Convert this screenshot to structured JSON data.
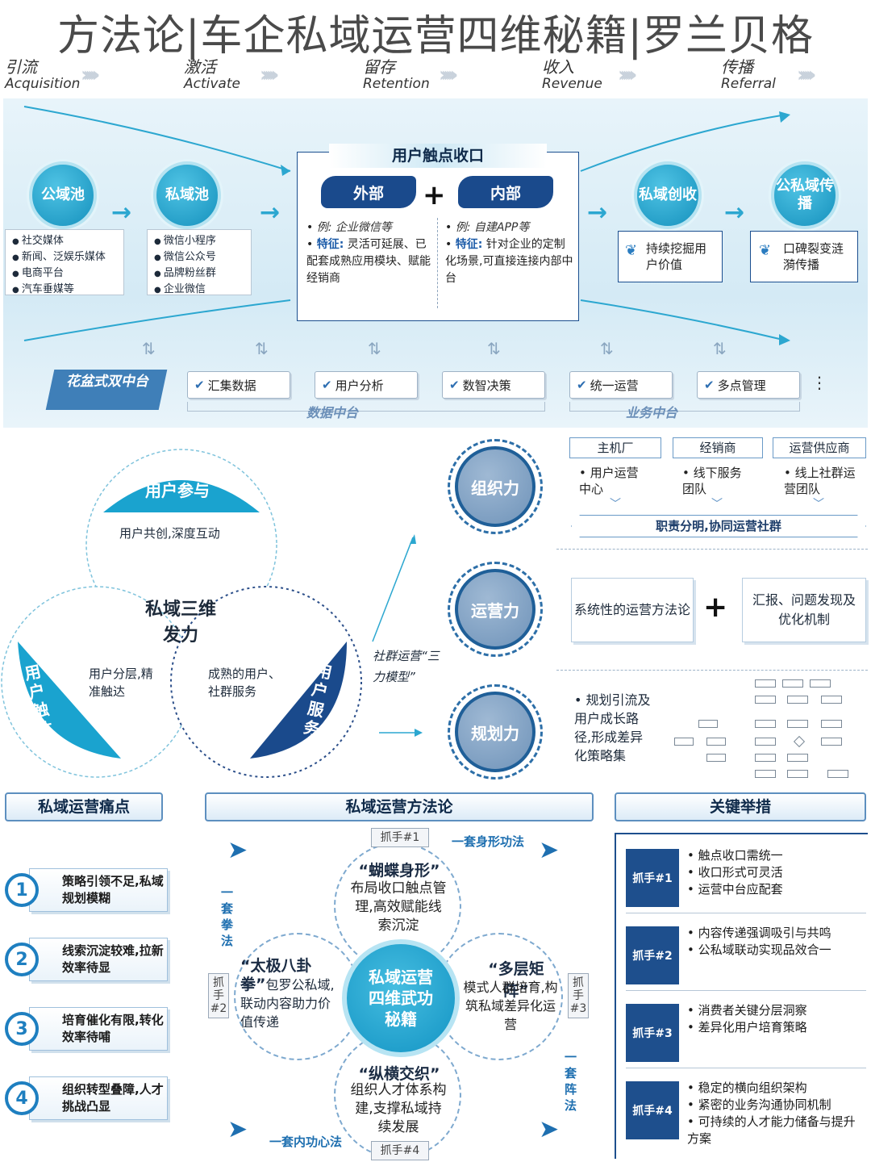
{
  "title": "方法论|车企私域运营四维秘籍|罗兰贝格",
  "stages": [
    {
      "cn": "引流",
      "en": "Acquisition"
    },
    {
      "cn": "激活",
      "en": "Activate"
    },
    {
      "cn": "留存",
      "en": "Retention"
    },
    {
      "cn": "收入",
      "en": "Revenue"
    },
    {
      "cn": "传播",
      "en": "Referral"
    }
  ],
  "pools": {
    "public": {
      "label": "公域池",
      "items": [
        "社交媒体",
        "新闻、泛娱乐媒体",
        "电商平台",
        "汽车垂媒等"
      ]
    },
    "private": {
      "label": "私域池",
      "items": [
        "微信小程序",
        "微信公众号",
        "品牌粉丝群",
        "企业微信"
      ]
    }
  },
  "touchpoint": {
    "title": "用户触点收口",
    "plus": "+",
    "external": {
      "label": "外部",
      "example_prefix": "例:",
      "example": "企业微信等",
      "feature_prefix": "特征:",
      "feature": "灵活可延展、已配套成熟应用模块、赋能经销商"
    },
    "internal": {
      "label": "内部",
      "example_prefix": "例:",
      "example": "自建APP等",
      "feature_prefix": "特征:",
      "feature": "针对企业的定制化场景,可直接连接内部中台"
    }
  },
  "outcomes": {
    "private_create": {
      "label": "私域创收",
      "text": "持续挖掘用户价值"
    },
    "public_private_spread": {
      "label": "公私域传播",
      "text": "口碑裂变涟漪传播"
    }
  },
  "platform": {
    "label": "花盆式双中台",
    "items": [
      "汇集数据",
      "用户分析",
      "数智决策",
      "统一运营",
      "多点管理"
    ],
    "more": "⋮",
    "data_center": "数据中台",
    "business_center": "业务中台"
  },
  "three_forces": {
    "center": "私域三维发力",
    "participation": {
      "label": "用户参与",
      "text": "用户共创,深度互动"
    },
    "reach": {
      "label": "用户触达",
      "text": "用户分层,精准触达"
    },
    "service": {
      "label": "用户服务",
      "text": "成熟的用户、社群服务"
    },
    "model_label": "社群运营“三力模型”"
  },
  "org": {
    "label": "组织力",
    "roles": [
      {
        "name": "主机厂",
        "text": "用户运营中心"
      },
      {
        "name": "经销商",
        "text": "线下服务团队"
      },
      {
        "name": "运营供应商",
        "text": "线上社群运营团队"
      }
    ],
    "duty": "职责分明,协同运营社群"
  },
  "ops": {
    "label": "运营力",
    "box1": "系统性的运营方法论",
    "plus": "+",
    "box2": "汇报、问题发现及优化机制"
  },
  "plan": {
    "label": "规划力",
    "text": "规划引流及用户成长路径,形成差异化策略集"
  },
  "pain_points": {
    "title": "私域运营痛点",
    "items": [
      {
        "num": "1",
        "text": "策略引领不足,私域规划模糊"
      },
      {
        "num": "2",
        "text": "线索沉淀较难,拉新效率待显"
      },
      {
        "num": "3",
        "text": "培育催化有限,转化效率待哺"
      },
      {
        "num": "4",
        "text": "组织转型叠障,人才挑战凸显"
      }
    ]
  },
  "methodology": {
    "title": "私域运营方法论",
    "center": "私域运营四维武功秘籍",
    "top": {
      "tag": "抓手#1",
      "title": "“蝴蝶身形”",
      "text": "布局收口触点管理,高效赋能线索沉淀"
    },
    "left": {
      "tag": "抓手#2",
      "title": "“太极八卦拳”",
      "text": "包罗公私域,联动内容助力价值传递"
    },
    "right": {
      "tag": "抓手#3",
      "title": "“多层矩阵”",
      "text": "模式人群培育,构筑私域差异化运营"
    },
    "bottom": {
      "tag": "抓手#4",
      "title": "“纵横交织”",
      "text": "组织人才体系构建,支撑私域持续发展"
    },
    "label_top": "一套身形功法",
    "label_left": "一套拳法",
    "label_right": "一套阵法",
    "label_bottom": "一套内功心法"
  },
  "key_measures": {
    "title": "关键举措",
    "items": [
      {
        "badge": "抓手#1",
        "points": [
          "触点收口需统一",
          "收口形式可灵活",
          "运营中台应配套"
        ]
      },
      {
        "badge": "抓手#2",
        "points": [
          "内容传递强调吸引与共鸣",
          "公私域联动实现品效合一"
        ]
      },
      {
        "badge": "抓手#3",
        "points": [
          "消费者关键分层洞察",
          "差异化用户培育策略"
        ]
      },
      {
        "badge": "抓手#4",
        "points": [
          "稳定的横向组织架构",
          "紧密的业务沟通协同机制",
          "可持续的人才能力储备与提升方案"
        ]
      }
    ]
  }
}
